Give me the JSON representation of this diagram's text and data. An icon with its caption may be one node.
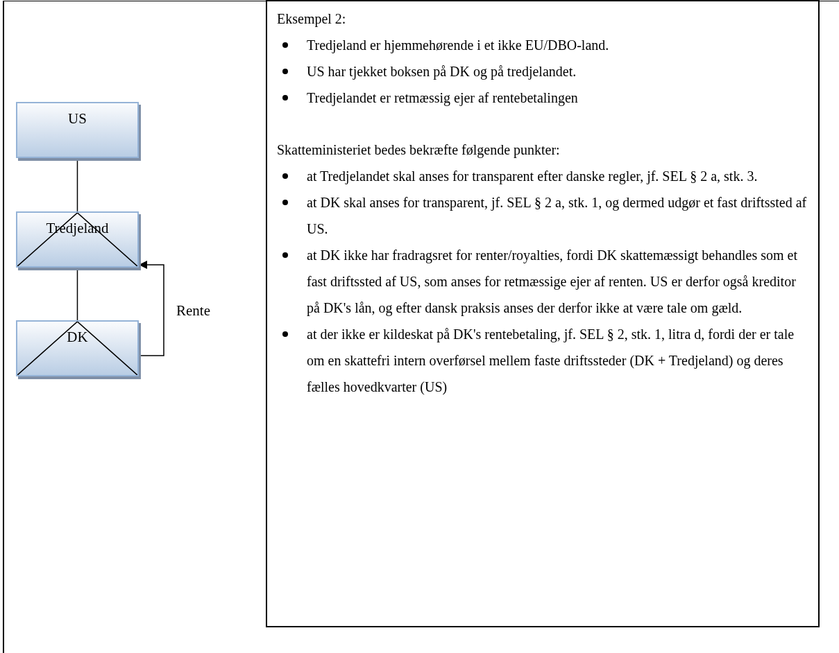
{
  "diagram": {
    "nodes": [
      {
        "text": [
          "US"
        ]
      },
      {
        "text": [
          "Tredjeland"
        ]
      },
      {
        "text": [
          "DK"
        ]
      },
      {
        "text": [
          "Eksempel 2:",
          "Tredjeland er hjemmehørende i et ikke EU/DBO-land.",
          "US har tjekket boksen på DK og på tredjelandet.",
          "Tredjelandet er retmæssig ejer af rentebetalingen",
          "Skatteministeriet bedes bekræfte følgende punkter:",
          "at Tredjelandet skal anses for transparent efter danske regler, jf. SEL § 2 a, stk. 3.",
          "at DK skal anses for transparent, jf. SEL § 2 a, stk. 1, og dermed udgør et fast driftssted af US.",
          "at DK ikke har fradragsret for renter/royalties, fordi DK skattemæssigt behandles som et fast driftssted af US, som anses for retmæssige ejer af renten. US er derfor også kreditor på DK's lån, og efter dansk praksis anses der derfor ikke at være tale om gæld.",
          "at der ikke er kildeskat på DK's rentebetaling, jf. SEL § 2, stk. 1, litra d, fordi der er tale om en skattefri intern overførsel mellem faste driftssteder (DK + Tredjeland) og deres fælles hovedkvarter (US)"
        ]
      }
    ],
    "edges": [
      {
        "from": 0,
        "to": 1,
        "arrow": "none"
      },
      {
        "from": 1,
        "to": 2,
        "arrow": "none"
      },
      {
        "from": 2,
        "to": 1,
        "arrow": "to",
        "label": "Rente"
      }
    ]
  }
}
